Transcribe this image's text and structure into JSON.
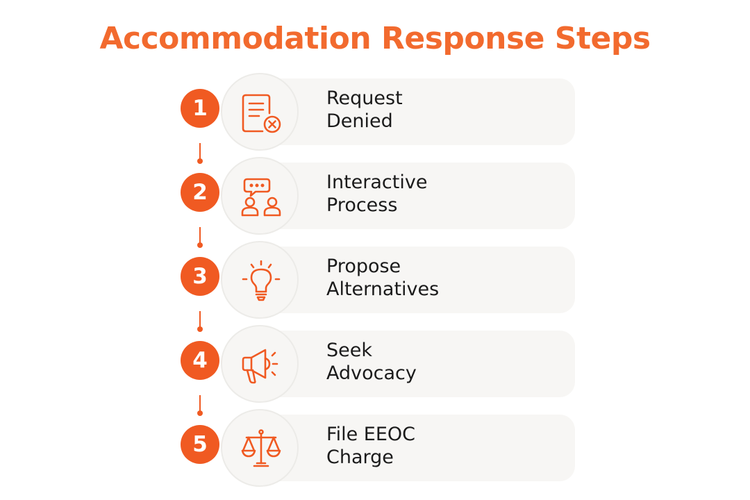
{
  "title": "Accommodation Response Steps",
  "colors": {
    "accent": "#f05a22",
    "title": "#f26a2e",
    "card_bg": "#f7f6f4",
    "text": "#1b1b1b"
  },
  "steps": [
    {
      "number": "1",
      "line1": "Request",
      "line2": "Denied",
      "icon": "document-x-icon"
    },
    {
      "number": "2",
      "line1": "Interactive",
      "line2": "Process",
      "icon": "people-chat-icon"
    },
    {
      "number": "3",
      "line1": "Propose",
      "line2": "Alternatives",
      "icon": "lightbulb-icon"
    },
    {
      "number": "4",
      "line1": "Seek",
      "line2": "Advocacy",
      "icon": "megaphone-icon"
    },
    {
      "number": "5",
      "line1": "File EEOC",
      "line2": "Charge",
      "icon": "scales-icon"
    }
  ]
}
